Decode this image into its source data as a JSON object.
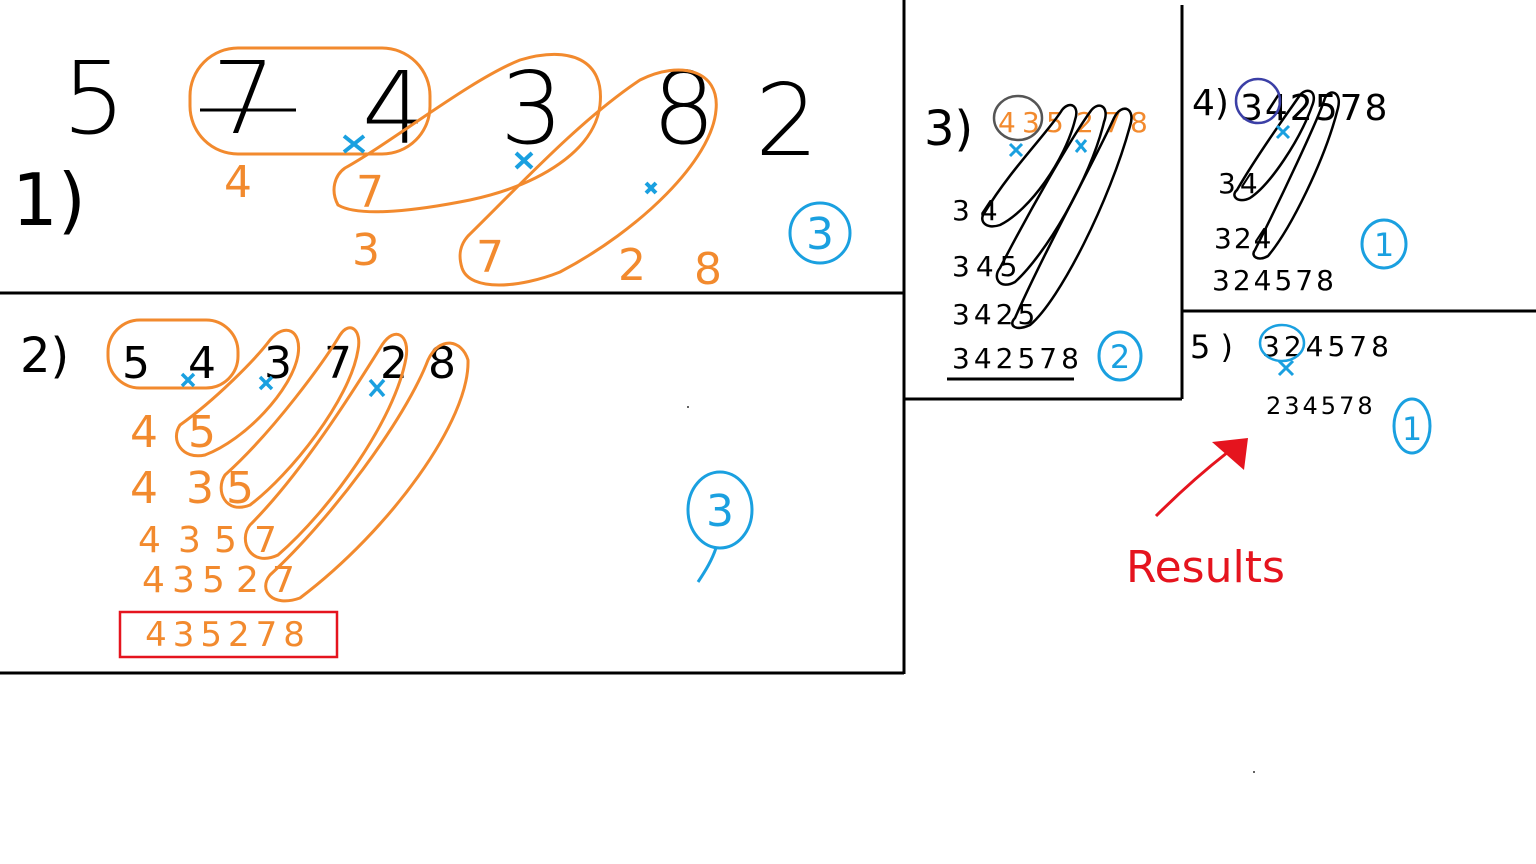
{
  "colors": {
    "ink": "#000000",
    "orange": "#f28a2e",
    "blue": "#1aa0e0",
    "red": "#e5141e",
    "navy": "#3b3fa6"
  },
  "icons": [
    "x-mark-icon",
    "red-arrow-icon",
    "balloon-icon"
  ],
  "panel1": {
    "label": "1)",
    "digits": [
      "5",
      "7",
      "4",
      "3",
      "8",
      "2"
    ],
    "below": [
      "4",
      "7",
      "3",
      "7",
      "2",
      "8"
    ],
    "count": "3"
  },
  "panel2": {
    "label": "2)",
    "top": [
      "5",
      "4",
      "3",
      "7",
      "2",
      "8"
    ],
    "rows": [
      [
        "4",
        "5"
      ],
      [
        "4",
        "3",
        "5"
      ],
      [
        "4",
        "3",
        "5",
        "7"
      ],
      [
        "4",
        "3",
        "5",
        "2",
        "7"
      ]
    ],
    "result": "435278",
    "count": "3"
  },
  "panel3": {
    "label": "3)",
    "top": [
      "4",
      "3",
      "5",
      "2",
      "7",
      "8"
    ],
    "rows": [
      "34",
      "345",
      "3425"
    ],
    "result": "342578",
    "count": "2"
  },
  "panel4": {
    "label": "4)",
    "top": "342578",
    "rows": [
      "34",
      "324"
    ],
    "result": "324578",
    "count": "1"
  },
  "panel5": {
    "label": "5 )",
    "top": "324578",
    "result": "234578",
    "count": "1"
  },
  "annotation": {
    "results_label": "Results"
  }
}
